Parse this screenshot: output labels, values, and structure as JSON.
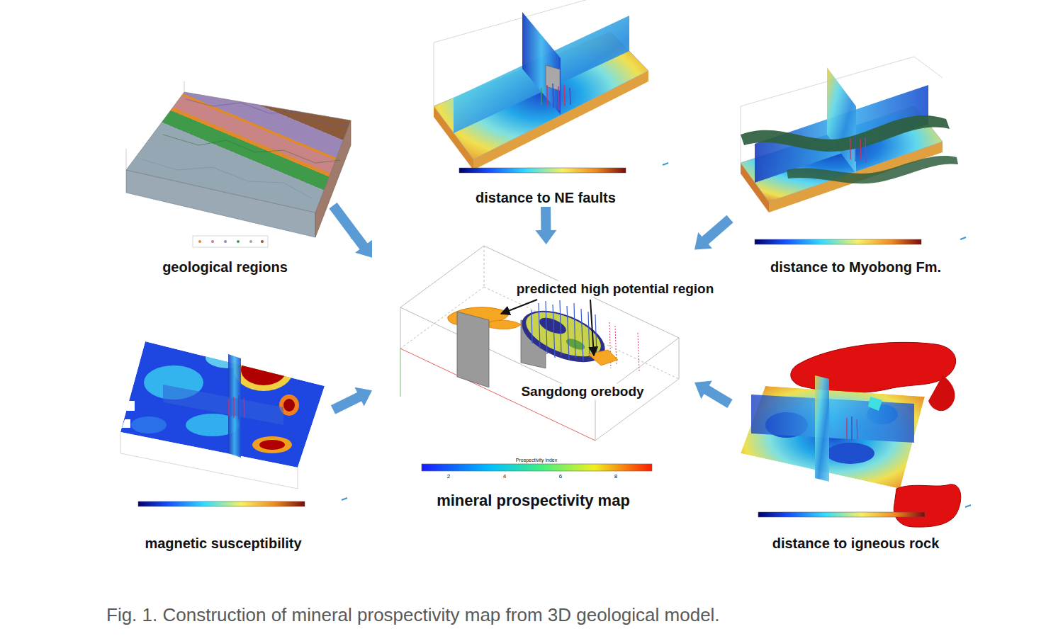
{
  "diagram": {
    "caption": "Fig. 1. Construction of mineral prospectivity map from 3D geological model.",
    "nodes": [
      {
        "text": [
          "geological regions"
        ]
      },
      {
        "text": [
          "distance to NE faults"
        ]
      },
      {
        "text": [
          "distance to Myobong Fm."
        ]
      },
      {
        "text": [
          "mineral prospectivity map"
        ]
      },
      {
        "text": [
          "magnetic susceptibility"
        ]
      },
      {
        "text": [
          "distance to igneous rock"
        ]
      }
    ],
    "edges": [
      {
        "from": 0,
        "to": 3,
        "arrow": "to"
      },
      {
        "from": 1,
        "to": 3,
        "arrow": "to"
      },
      {
        "from": 2,
        "to": 3,
        "arrow": "to"
      },
      {
        "from": 4,
        "to": 3,
        "arrow": "to"
      },
      {
        "from": 5,
        "to": 3,
        "arrow": "to"
      }
    ],
    "labels": [
      "predicted high potential region",
      "Sangdong orebody",
      "Prospectivity index",
      "2",
      "4",
      "6",
      "8"
    ]
  }
}
